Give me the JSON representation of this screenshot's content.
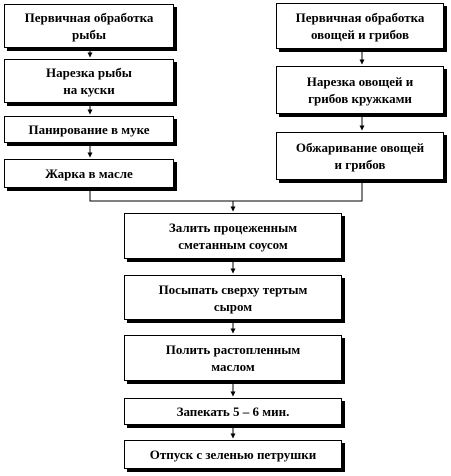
{
  "flowchart": {
    "fish_steps": [
      "Первичная обработка\nрыбы",
      "Нарезка рыбы\nна куски",
      "Панирование в муке",
      "Жарка в масле"
    ],
    "veg_steps": [
      "Первичная обработка\nовощей и грибов",
      "Нарезка овощей и\nгрибов кружками",
      "Обжаривание овощей\nи грибов"
    ],
    "joint_steps": [
      "Залить процеженным\nсметанным соусом",
      "Посыпать сверху тертым\nсыром",
      "Полить растопленным\nмаслом",
      "Запекать 5 – 6 мин.",
      "Отпуск с зеленью петрушки"
    ]
  }
}
